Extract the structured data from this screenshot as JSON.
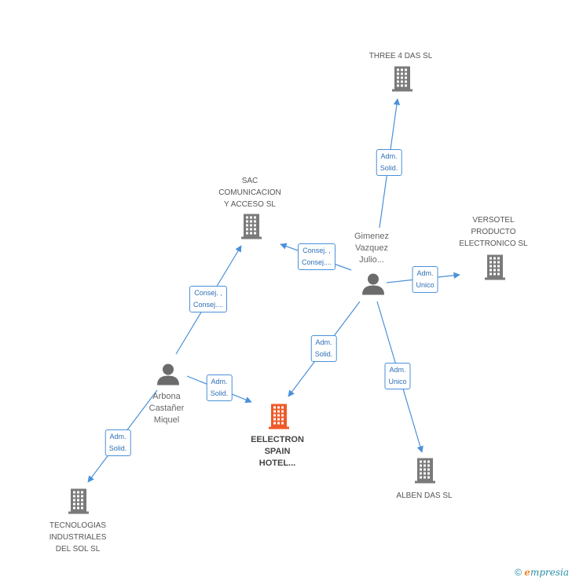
{
  "nodes": {
    "three4das": {
      "label": "THREE 4 DAS SL"
    },
    "sac": {
      "label": "SAC\nCOMUNICACION\nY ACCESO  SL"
    },
    "gimenez": {
      "label": "Gimenez\nVazquez\nJulio..."
    },
    "versotel": {
      "label": "VERSOTEL\nPRODUCTO\nELECTRONICO SL"
    },
    "arbona": {
      "label": "Arbona\nCastañer\nMiquel"
    },
    "eelectron": {
      "label": "EELECTRON\nSPAIN\nHOTEL..."
    },
    "alben": {
      "label": "ALBEN DAS SL"
    },
    "tecnologias": {
      "label": "TECNOLOGIAS\nINDUSTRIALES\nDEL SOL  SL"
    }
  },
  "edges": {
    "gimenez_three4das": "Adm.\nSolid.",
    "gimenez_sac": "Consej. ,\nConsej....",
    "gimenez_versotel": "Adm.\nUnico",
    "gimenez_eelectron": "Adm.\nSolid.",
    "gimenez_alben": "Adm.\nUnico",
    "arbona_sac": "Consej. ,\nConsej....",
    "arbona_eelectron": "Adm.\nSolid.",
    "arbona_tecnologias": "Adm.\nSolid."
  },
  "footer": {
    "copyright": "©",
    "brand_e": "e",
    "brand_rest": "mpresia"
  },
  "colors": {
    "edge": "#4a90d9",
    "building": "#7a7a7a",
    "focus": "#f05a28",
    "person": "#6b6b6b"
  }
}
